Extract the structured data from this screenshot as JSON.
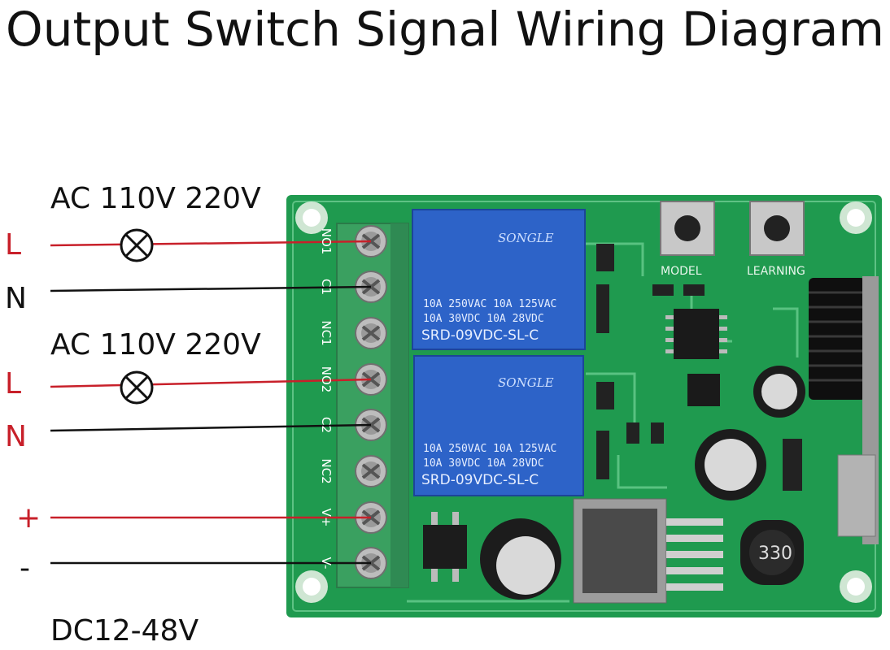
{
  "title": "Output Switch Signal Wiring Diagram",
  "supply_ac_1": "AC 110V 220V",
  "supply_ac_2": "AC 110V 220V",
  "supply_dc": "DC12-48V",
  "wire_labels": [
    "L",
    "N",
    "L",
    "N",
    "+",
    "-"
  ],
  "terminal_labels": [
    "NO1",
    "C1",
    "NC1",
    "NO2",
    "C2",
    "NC2",
    "V+",
    "V-"
  ],
  "relay": {
    "brand": "SONGLE",
    "rating_line1": "10A 250VAC  10A 125VAC",
    "rating_line2": "10A  30VDC  10A  28VDC",
    "model": "SRD-09VDC-SL-C"
  },
  "buttons": [
    "MODEL",
    "LEARNING"
  ],
  "inductor_code": "330",
  "colors": {
    "line_live": "#c8202a",
    "line_neutral": "#111111",
    "pcb": "#1f9a4f",
    "terminal_block": "#3aa060",
    "relay": "#2d63c8"
  }
}
